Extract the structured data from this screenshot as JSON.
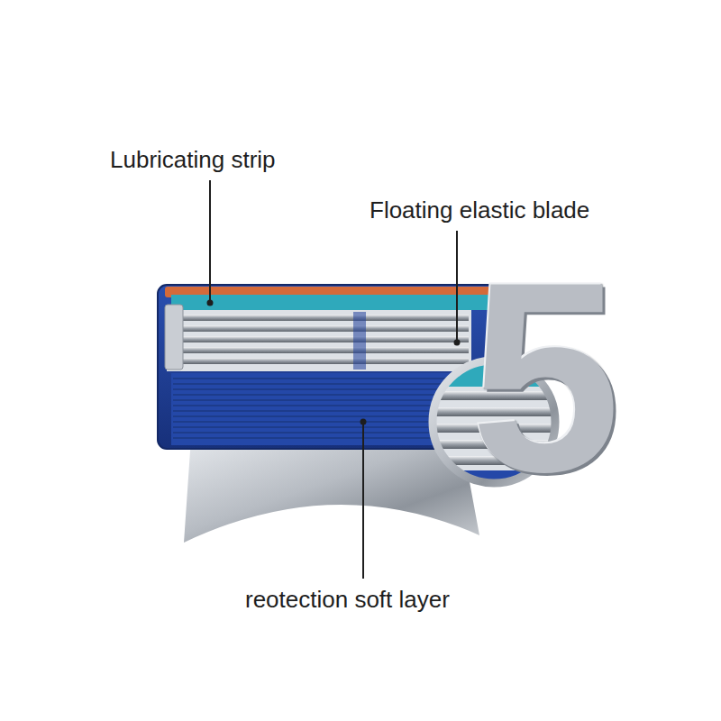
{
  "diagram": {
    "labels": [
      "Lubricating strip",
      "Floating elastic blade",
      "reotection soft layer",
      "5"
    ]
  }
}
